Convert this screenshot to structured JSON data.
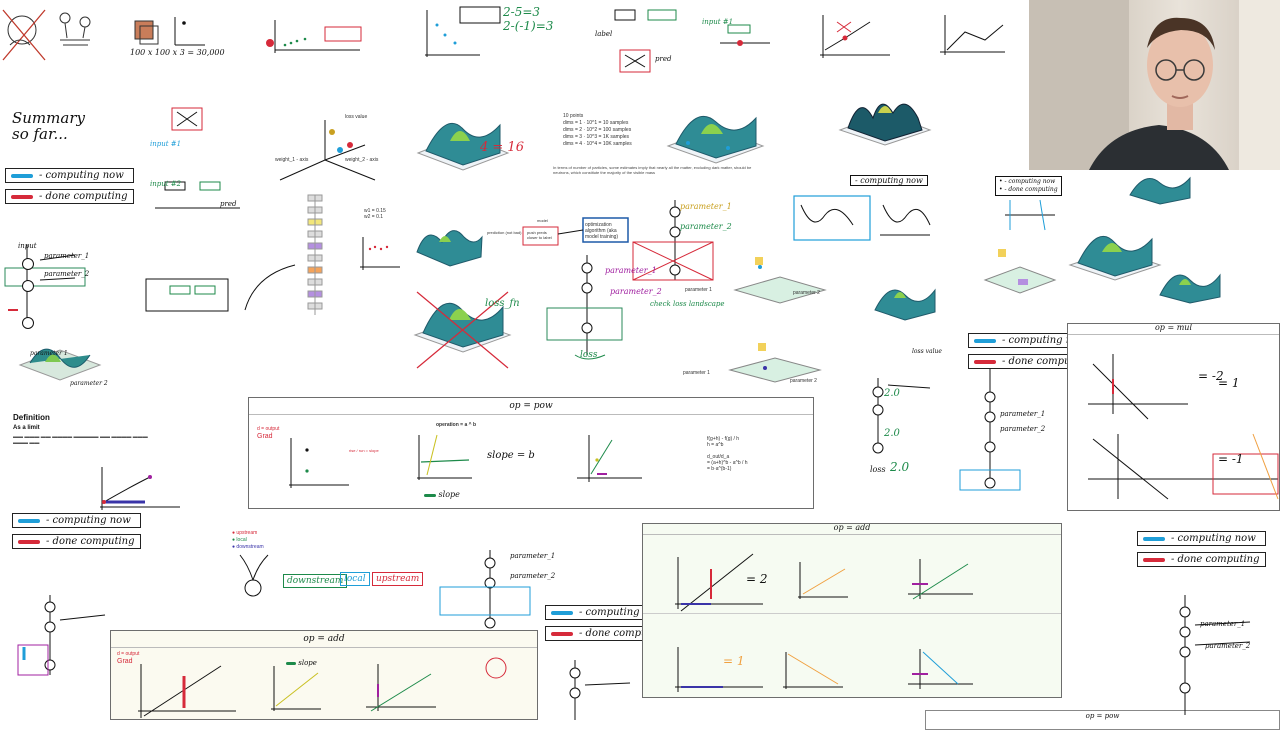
{
  "summary": {
    "line1": "Summary",
    "line2": "so far..."
  },
  "legend": {
    "computing": "- computing now",
    "done": "- done computing",
    "blue": "#1f9ed8",
    "red": "#d62a3a"
  },
  "graph": {
    "input": "input",
    "loss": "loss",
    "pred": "pred",
    "label": "label",
    "param1": "parameter_1",
    "param2": "parameter_2",
    "mul": "mul",
    "add": "add"
  },
  "panels": {
    "pow": {
      "title": "op = pow",
      "slope": "slope = b",
      "operation": "operation = a ^ b",
      "output": "d = output",
      "grad": "Grad"
    },
    "add_right": {
      "title": "op = add"
    },
    "add_bottom": {
      "title": "op = add"
    },
    "mul": {
      "title": "op = mul"
    },
    "corner": {
      "title": "op = pow"
    }
  },
  "annotations": {
    "calc": "100 x 100 x 3 = 30,000",
    "lossfn": "loss_fn",
    "steps": "4 = 16",
    "input1": "input #1",
    "input2": "input #2",
    "definition": "Definition",
    "asLimit": "As a limit",
    "optimization": "optimization algorithm (aka model training)",
    "pushPreds": "push preds closer to label",
    "predictionText": "prediction (not bad)",
    "model": "model",
    "slowLoss": "check loss landscape",
    "downstream": "downstream",
    "upstream": "upstream",
    "local": "local",
    "lossLabel": "loss",
    "slopeLabel": "slope"
  },
  "axisLabels": {
    "param1": "parameter 1",
    "param2": "parameter 2",
    "weight1": "weight_1 - axis",
    "weight2": "weight_2 - axis",
    "lossValue": "loss value"
  },
  "numbers": {
    "a": "2.0",
    "b": "2.0",
    "c": "2.0",
    "d": "4",
    "e": "2"
  }
}
